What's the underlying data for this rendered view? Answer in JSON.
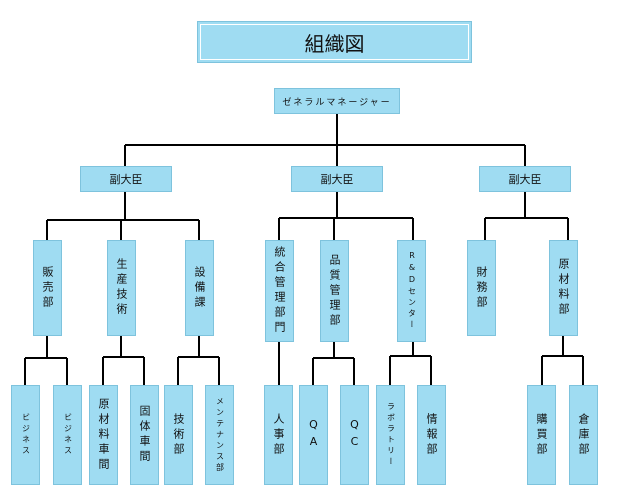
{
  "title": "組織図",
  "gm": "ゼネラルマネージャー",
  "vps": [
    "副大臣",
    "副大臣",
    "副大臣"
  ],
  "depts": [
    "販売部",
    "生産技術",
    "設備課",
    "統合管理部門",
    "品質管理部",
    "R&Dセンター",
    "財務部",
    "原材料部"
  ],
  "subs": [
    "ビジネス",
    "ビジネス",
    "原材料車間",
    "固体車間",
    "技術部",
    "メンテナンス部",
    "人事部",
    "QA",
    "QC",
    "ラボラトリー",
    "情報部",
    "購買部",
    "倉庫部"
  ]
}
